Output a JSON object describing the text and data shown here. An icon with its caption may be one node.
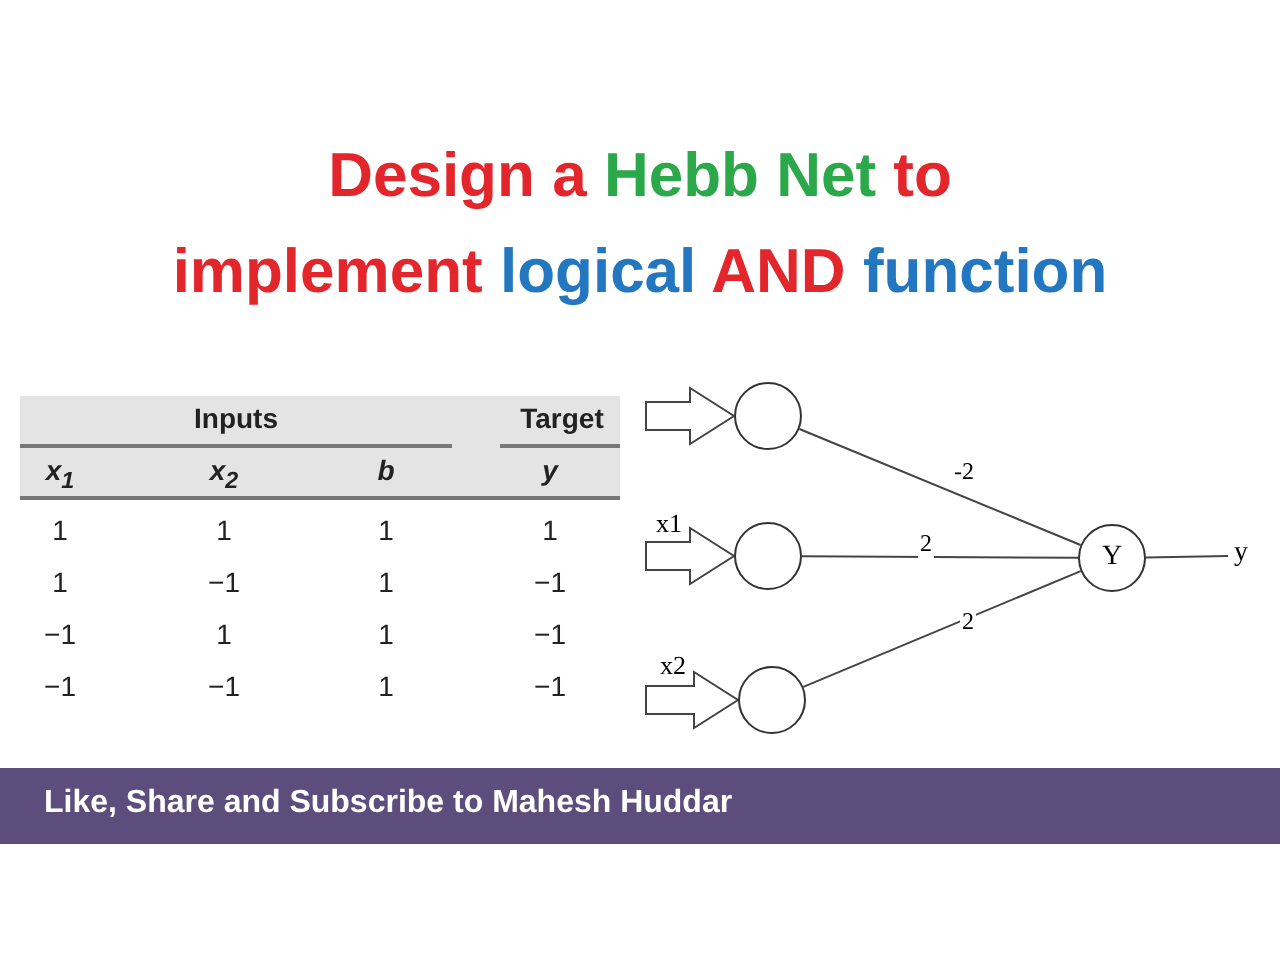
{
  "diagram": {
    "title": "Design a Hebb Net to implement logical AND function",
    "nodes": [
      {
        "text": [],
        "shape": "circle"
      },
      {
        "text": [],
        "shape": "circle"
      },
      {
        "text": [],
        "shape": "circle"
      },
      {
        "text": [
          "Y"
        ]
      },
      {
        "text": [
          "y"
        ]
      }
    ],
    "edges": [
      {
        "from": null,
        "to": 0,
        "arrow": "to"
      },
      {
        "from": null,
        "to": 1,
        "arrow": "to"
      },
      {
        "from": null,
        "to": 2,
        "arrow": "to"
      },
      {
        "from": 0,
        "to": 3,
        "arrow": "none",
        "label": "-2"
      },
      {
        "from": 1,
        "to": 3,
        "arrow": "none",
        "label": "2"
      },
      {
        "from": 2,
        "to": 3,
        "arrow": "none",
        "label": "2"
      },
      {
        "from": 3,
        "to": 4,
        "arrow": "none"
      }
    ],
    "labels": [
      "Inputs",
      "Target",
      "x$_{1}$",
      "x$_{2}$",
      "b",
      "y",
      "1",
      "1",
      "1",
      "1",
      "1",
      "−1",
      "1",
      "−1",
      "−1",
      "1",
      "1",
      "−1",
      "−1",
      "−1",
      "1",
      "−1",
      "x1",
      "x2",
      "Like, Share and Subscribe to Mahesh Huddar"
    ]
  }
}
